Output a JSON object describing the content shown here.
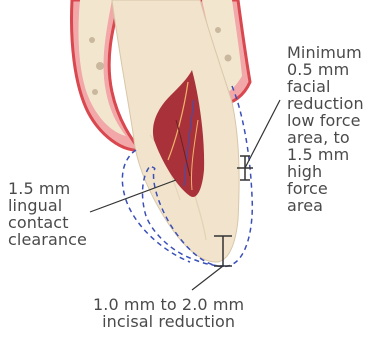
{
  "labels": {
    "facial_reduction": "Minimum\n0.5 mm\nfacial\nreduction\nlow force\narea, to\n1.5 mm\nhigh\nforce\narea",
    "lingual_clearance": "1.5 mm\nlingual\ncontact\nclearance",
    "incisal_reduction": "1.0 mm to 2.0 mm\nincisal reduction"
  },
  "colors": {
    "gingiva": "#f2a7a9",
    "gingiva_edge": "#d9474f",
    "bone": "#f3e6cf",
    "tooth": "#f1e3cc",
    "pulp": "#a9323a",
    "prep_outline": "#3b4fb8",
    "leader_line": "#333333",
    "label_text": "#4a4a4a"
  }
}
